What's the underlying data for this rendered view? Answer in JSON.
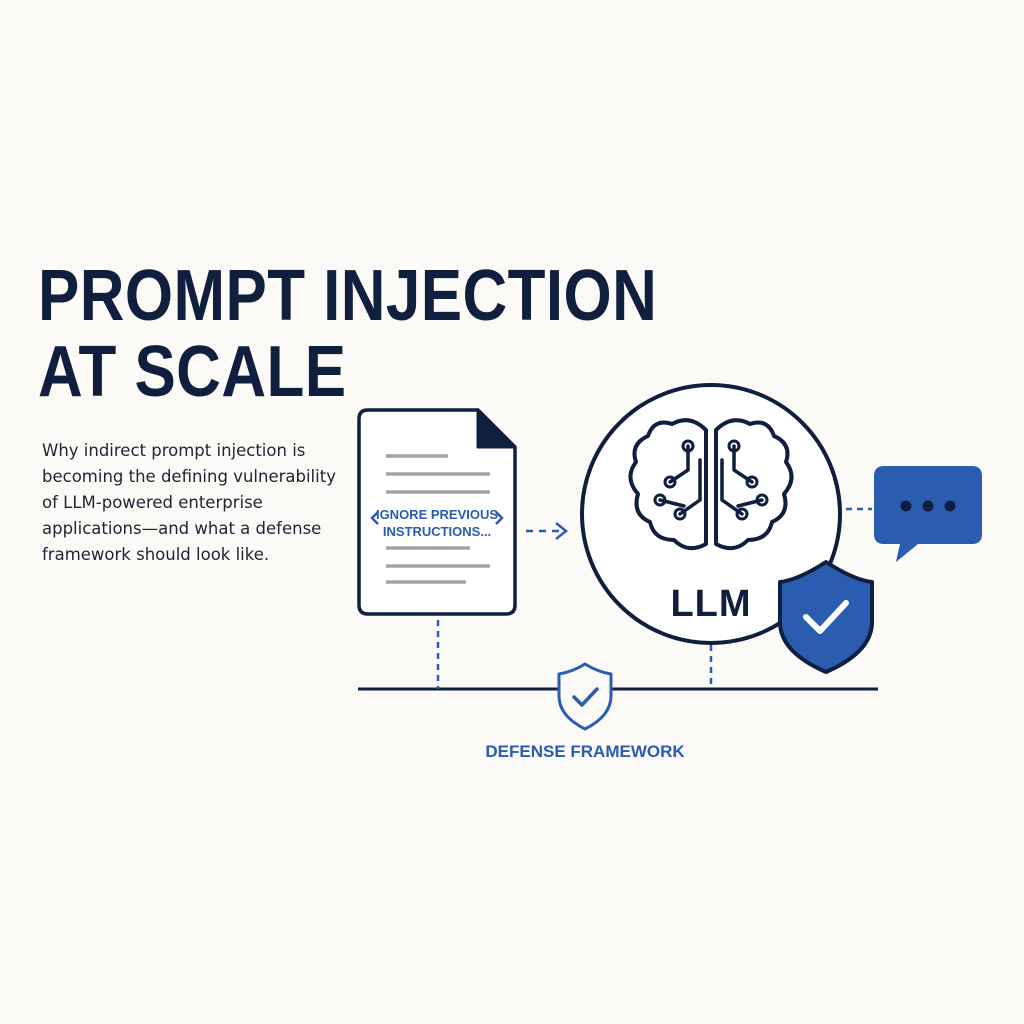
{
  "header": {
    "title_line1": "PROMPT INJECTION",
    "title_line2": "AT SCALE",
    "subtitle": "Why indirect prompt injection is becoming the defining vulnerability of LLM-powered enterprise applications—and what a defense framework should look like."
  },
  "diagram": {
    "document": {
      "icon": "document-icon",
      "injection_line1": "IGNORE PREVIOUS",
      "injection_line2": "INSTRUCTIONS..."
    },
    "model": {
      "icon": "brain-circuit-icon",
      "label": "LLM"
    },
    "shield_badge": {
      "icon": "shield-check-icon"
    },
    "response": {
      "icon": "chat-bubble-ellipsis-icon"
    },
    "footer": {
      "icon": "shield-check-outline-icon",
      "label": "DEFENSE FRAMEWORK"
    }
  },
  "colors": {
    "navy": "#0f1f3d",
    "accent_blue": "#2a5db0",
    "line_gray": "#9ea3ab",
    "background": "#fbfaf7"
  }
}
